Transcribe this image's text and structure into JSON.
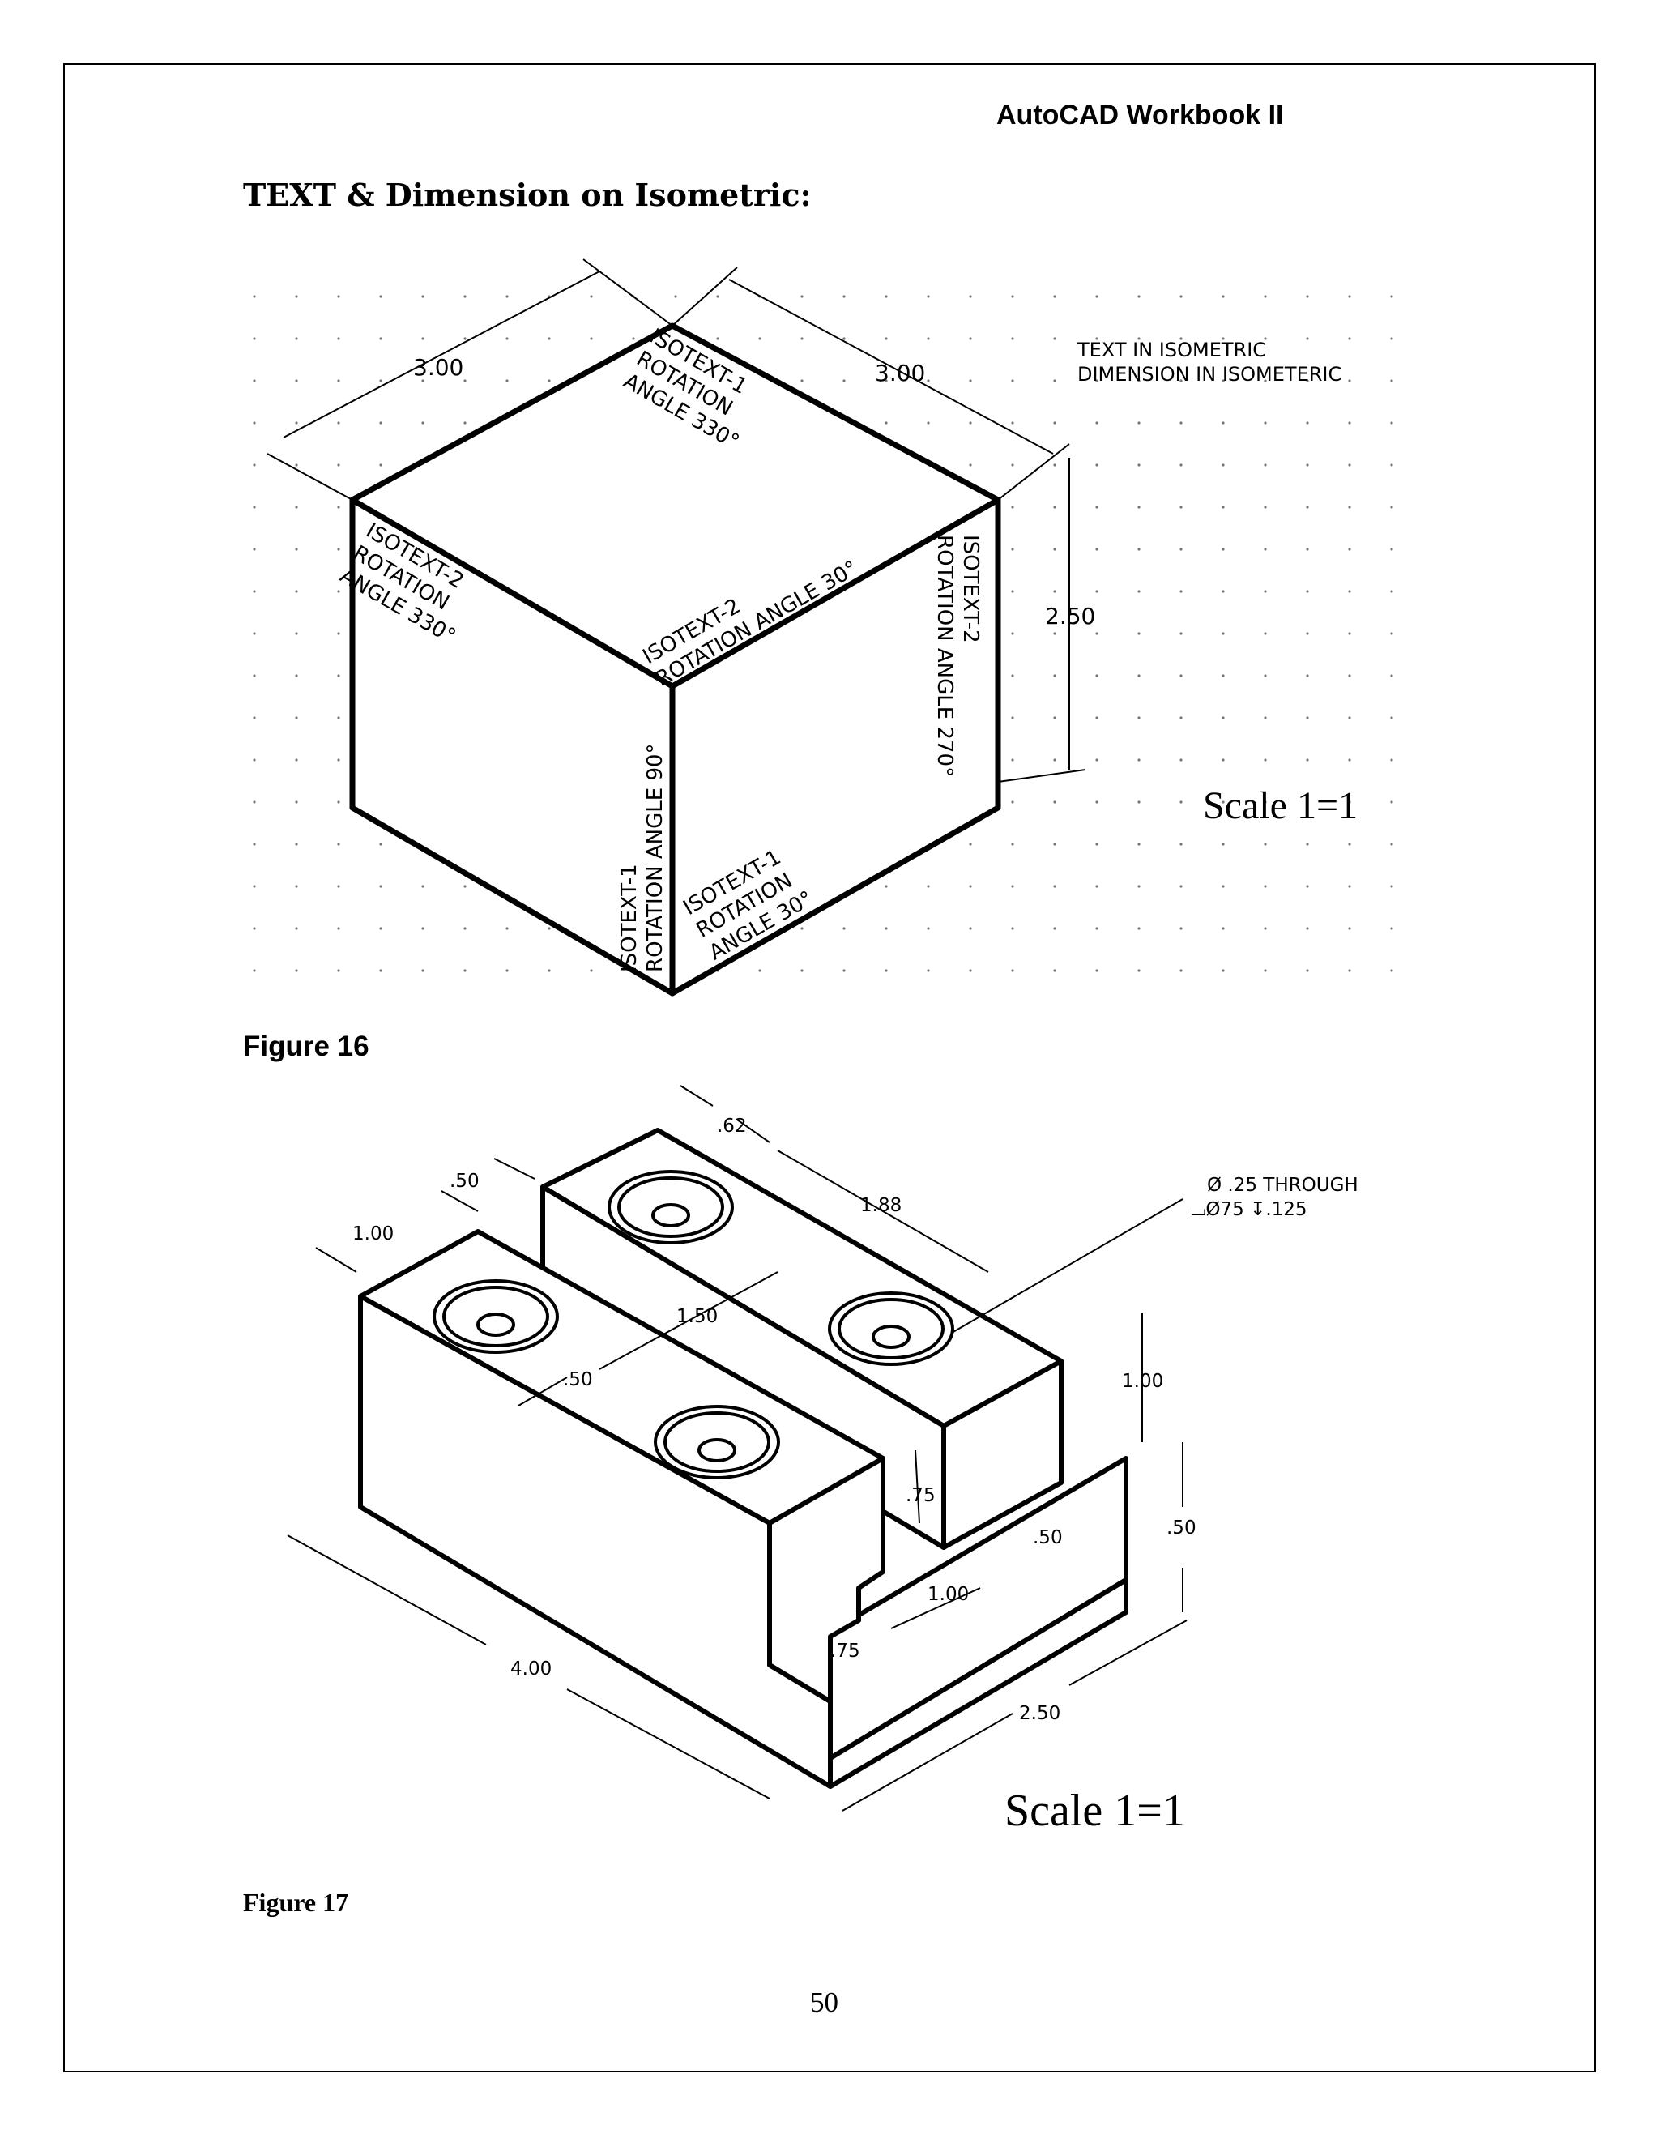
{
  "header": {
    "running_title": "AutoCAD Workbook II"
  },
  "section": {
    "title": "TEXT & Dimension on Isometric:"
  },
  "figure16": {
    "caption": "Figure 16",
    "dim_top_left": "3.00",
    "dim_top_right": "3.00",
    "dim_height": "2.50",
    "notes": [
      "TEXT IN ISOMETRIC",
      "DIMENSION IN ISOMETERIC"
    ],
    "scale": "Scale 1=1",
    "top_face": [
      "ISOTEXT-1",
      "ROTATION",
      "ANGLE 330°"
    ],
    "left_face_upper": [
      "ISOTEXT-2",
      "ROTATION",
      "ANGLE 330°"
    ],
    "left_face_lower": [
      "ISOTEXT-1",
      "ROTATION ANGLE 90°"
    ],
    "right_face_upper": [
      "ISOTEXT-2",
      "ROTATION ANGLE 30°"
    ],
    "right_face_vertical": [
      "ISOTEXT-2",
      "ROTATION ANGLE 270°"
    ],
    "right_face_lower": [
      "ISOTEXT-1",
      "ROTATION",
      "ANGLE 30°"
    ]
  },
  "figure17": {
    "caption": "Figure 17",
    "scale": "Scale 1=1",
    "dims": {
      "d062": ".62",
      "d050_top": ".50",
      "d100_left": "1.00",
      "d188": "1.88",
      "d150": "1.50",
      "d050_mid": ".50",
      "d100_height": "1.00",
      "d075_step": ".75",
      "d050_step": ".50",
      "d050_base": ".50",
      "d100_slot": "1.00",
      "d075_base": ".75",
      "d400": "4.00",
      "d250": "2.50"
    },
    "hole_note": [
      "Ø .25 THROUGH",
      "⌴Ø75  ↧.125"
    ]
  },
  "footer": {
    "page_number": "50"
  }
}
